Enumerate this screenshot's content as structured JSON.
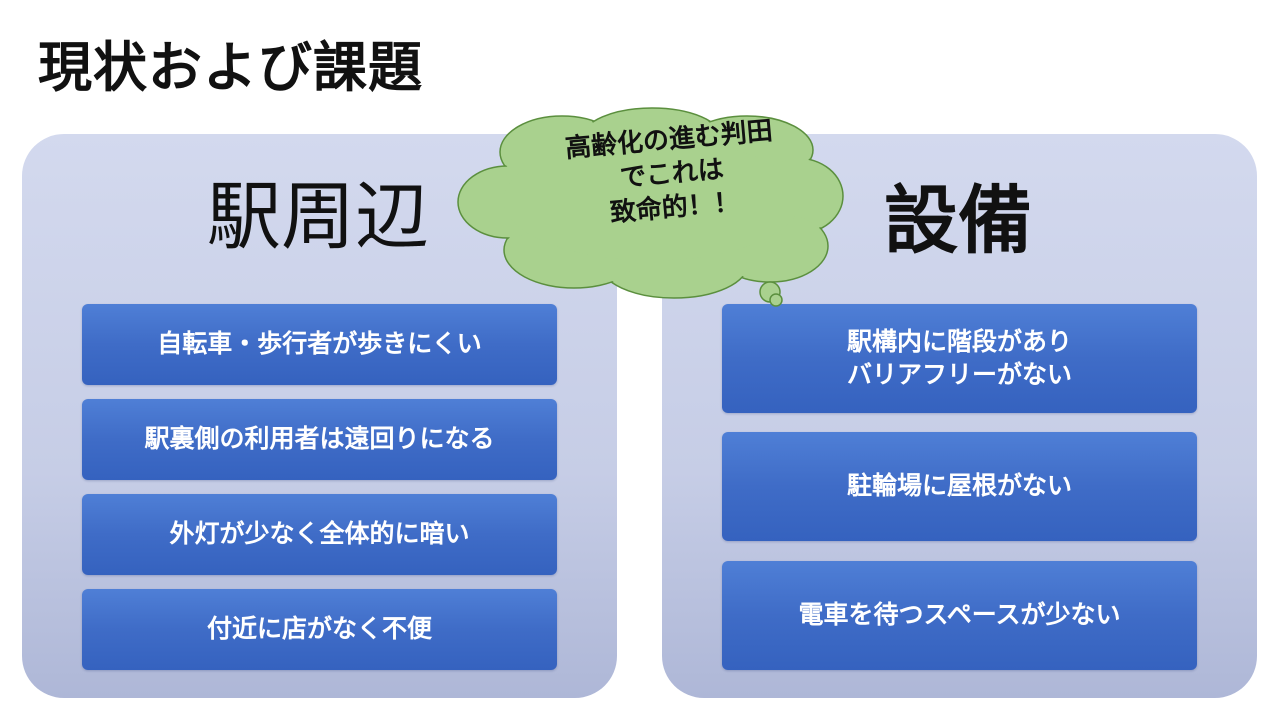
{
  "title": "現状および課題",
  "left_panel": {
    "heading": "駅周辺",
    "items": [
      "自転車・歩行者が歩きにくい",
      "駅裏側の利用者は遠回りになる",
      "外灯が少なく全体的に暗い",
      "付近に店がなく不便"
    ]
  },
  "right_panel": {
    "heading": "設備",
    "items": [
      "駅構内に階段があり\nバリアフリーがない",
      "駐輪場に屋根がない",
      "電車を待つスペースが少ない"
    ]
  },
  "callout": {
    "text": "高齢化の進む判田\nでこれは\n致命的！！",
    "fill_color": "#a9d18e",
    "stroke_color": "#5b8f3e"
  },
  "colors": {
    "panel_bg": "#c9d0e8",
    "box_bg": "#4472c4",
    "box_text": "#ffffff",
    "title_text": "#111111"
  }
}
